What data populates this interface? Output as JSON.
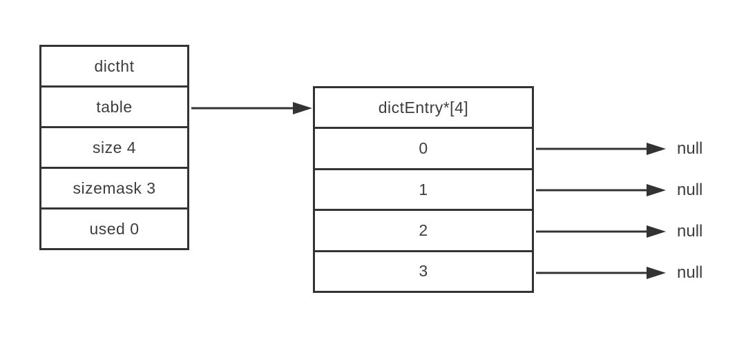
{
  "left_table": {
    "rows": [
      "dictht",
      "table",
      "size 4",
      "sizemask 3",
      "used 0"
    ]
  },
  "right_table": {
    "rows": [
      "dictEntry*[4]",
      "0",
      "1",
      "2",
      "3"
    ]
  },
  "null_labels": [
    "null",
    "null",
    "null",
    "null"
  ],
  "colors": {
    "line": "#333333",
    "text": "#3d3d3d",
    "background": "#ffffff"
  }
}
